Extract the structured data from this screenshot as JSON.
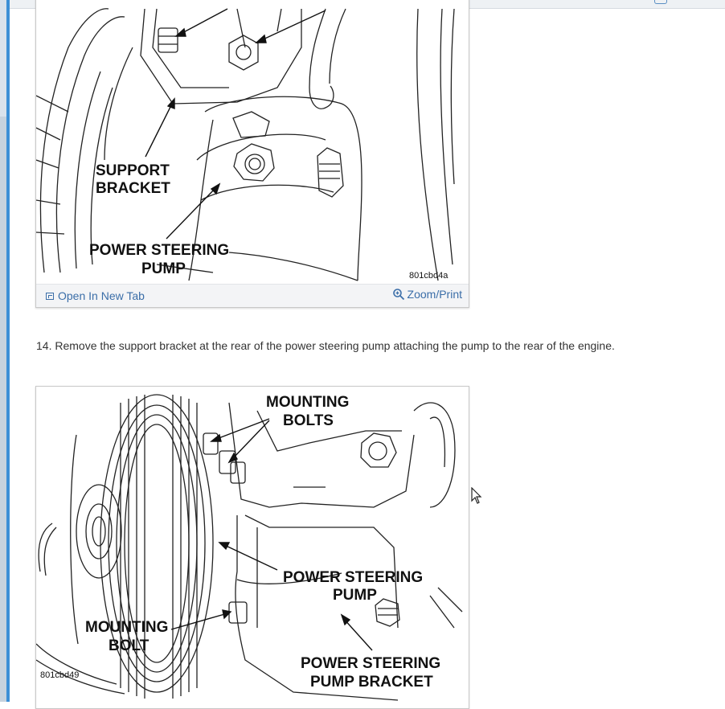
{
  "figure1": {
    "labels": [
      "SUPPORT",
      "BRACKET",
      "POWER STEERING",
      "PUMP"
    ],
    "code": "801cbd4a",
    "open_tab_label": "Open In New Tab",
    "zoom_label": "Zoom/Print"
  },
  "step14": {
    "text": "14. Remove the support bracket at the rear of the power steering pump attaching the pump to the rear of the engine."
  },
  "figure2": {
    "labels": [
      "MOUNTING",
      "BOLTS",
      "POWER STEERING",
      "PUMP",
      "MOUNTING",
      "BOLT",
      "POWER STEERING",
      "PUMP BRACKET"
    ],
    "code": "801cbd49"
  },
  "icons": {
    "open_tab": "open-in-new-tab-icon",
    "zoom": "magnifier-plus-icon",
    "cursor": "mouse-pointer-icon"
  }
}
